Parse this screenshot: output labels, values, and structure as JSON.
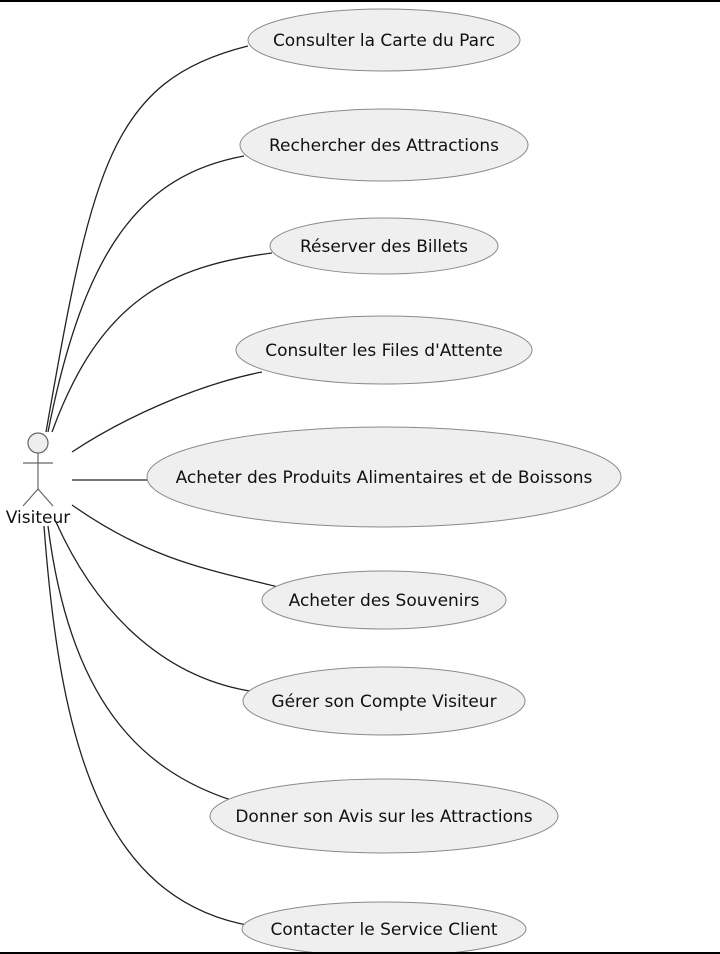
{
  "diagram": {
    "type": "use-case",
    "actor": {
      "name": "Visiteur",
      "icon": "stick-figure-icon"
    },
    "colors": {
      "usecase_fill": "#efefef",
      "usecase_stroke": "#8a8a8a",
      "line": "#222222",
      "actor_head": "#eeeeee"
    },
    "use_cases": [
      {
        "id": "uc1",
        "label": "Consulter la Carte du Parc"
      },
      {
        "id": "uc2",
        "label": "Rechercher des Attractions"
      },
      {
        "id": "uc3",
        "label": "Réserver des Billets"
      },
      {
        "id": "uc4",
        "label": "Consulter les Files d'Attente"
      },
      {
        "id": "uc5",
        "label": "Acheter des Produits Alimentaires et de Boissons"
      },
      {
        "id": "uc6",
        "label": "Acheter des Souvenirs"
      },
      {
        "id": "uc7",
        "label": "Gérer son Compte Visiteur"
      },
      {
        "id": "uc8",
        "label": "Donner son Avis sur les Attractions"
      },
      {
        "id": "uc9",
        "label": "Contacter le Service Client"
      }
    ]
  }
}
